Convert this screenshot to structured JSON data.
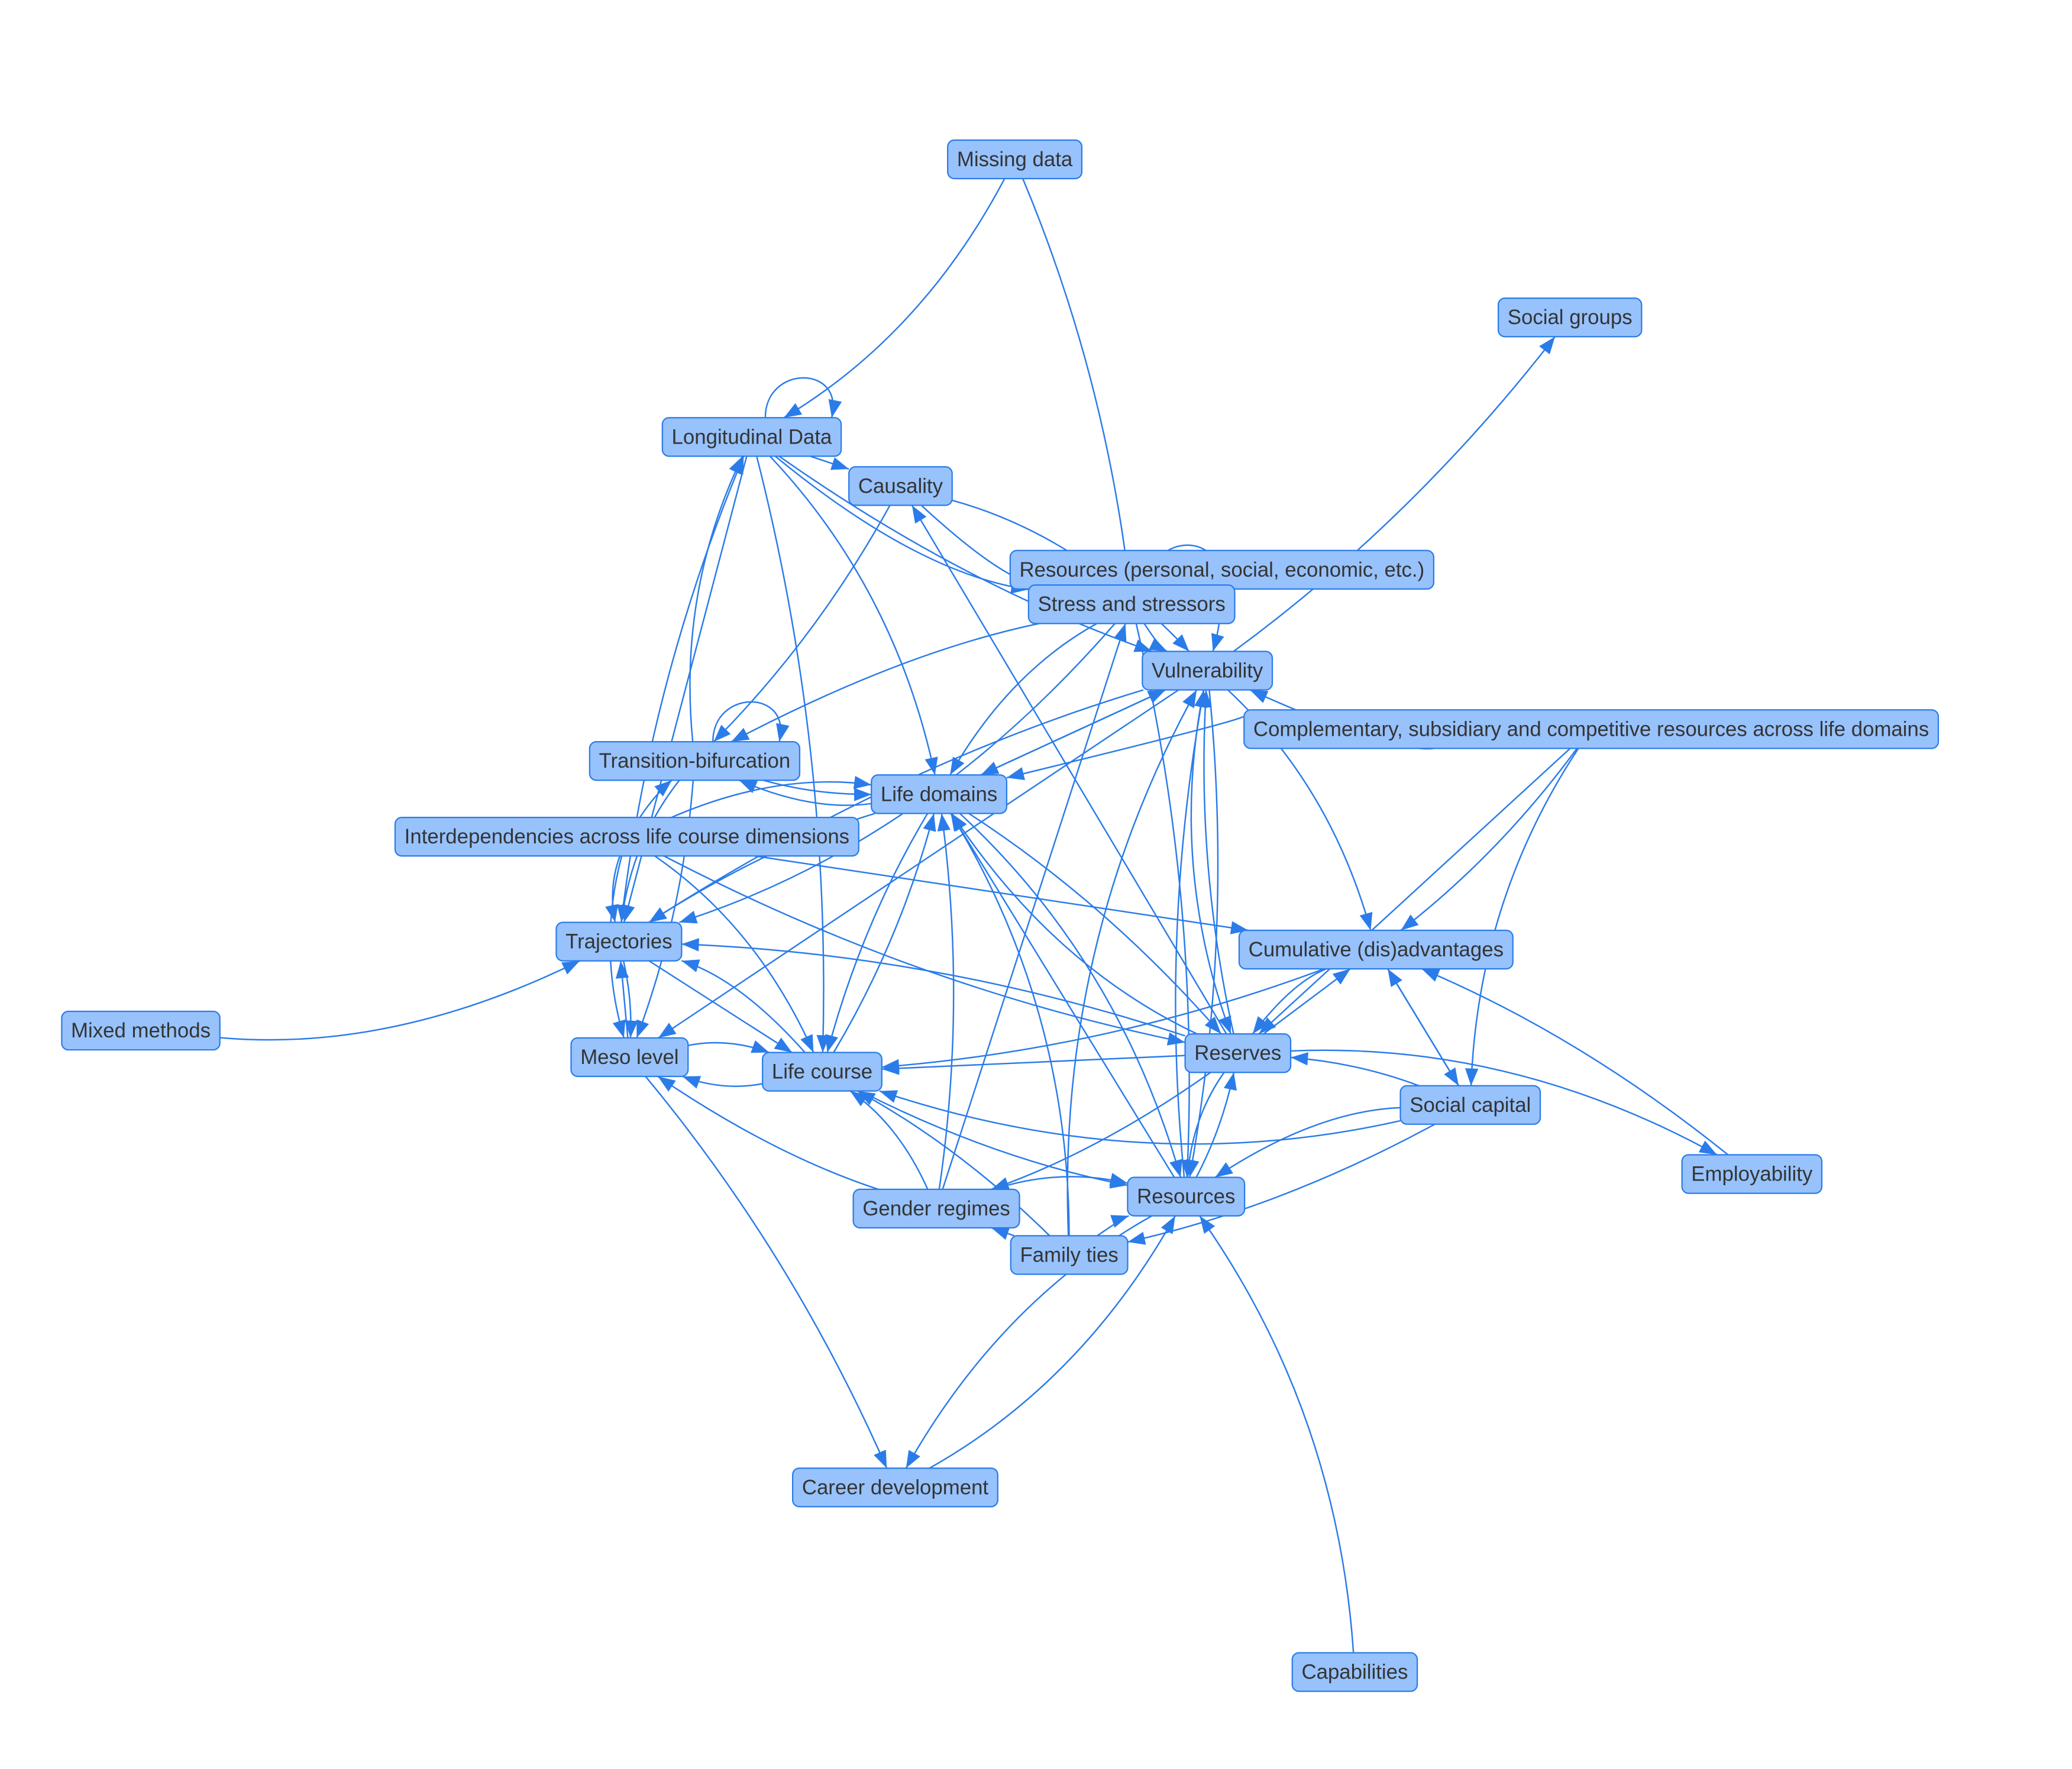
{
  "nodes": [
    {
      "id": "missing",
      "label": "Missing data"
    },
    {
      "id": "socgroups",
      "label": "Social groups"
    },
    {
      "id": "longdata",
      "label": "Longitudinal Data"
    },
    {
      "id": "causality",
      "label": "Causality"
    },
    {
      "id": "resp",
      "label": "Resources (personal, social, economic, etc.)"
    },
    {
      "id": "stress",
      "label": "Stress and stressors"
    },
    {
      "id": "vuln",
      "label": "Vulnerability"
    },
    {
      "id": "compl",
      "label": "Complementary, subsidiary and competitive resources across life domains"
    },
    {
      "id": "trans",
      "label": "Transition-bifurcation"
    },
    {
      "id": "lifedom",
      "label": "Life domains"
    },
    {
      "id": "interdep",
      "label": "Interdependencies across life course dimensions"
    },
    {
      "id": "traj",
      "label": "Trajectories"
    },
    {
      "id": "cumul",
      "label": "Cumulative (dis)advantages"
    },
    {
      "id": "mixed",
      "label": "Mixed methods"
    },
    {
      "id": "meso",
      "label": "Meso level"
    },
    {
      "id": "lifecourse",
      "label": "Life course"
    },
    {
      "id": "reserves",
      "label": "Reserves"
    },
    {
      "id": "soccap",
      "label": "Social capital"
    },
    {
      "id": "employ",
      "label": "Employability"
    },
    {
      "id": "gender",
      "label": "Gender regimes"
    },
    {
      "id": "resources",
      "label": "Resources"
    },
    {
      "id": "family",
      "label": "Family ties"
    },
    {
      "id": "career",
      "label": "Career development"
    },
    {
      "id": "capab",
      "label": "Capabilities"
    }
  ],
  "edges": [
    [
      "missing",
      "longdata"
    ],
    [
      "missing",
      "stress"
    ],
    [
      "longdata",
      "causality"
    ],
    [
      "longdata",
      "longdata"
    ],
    [
      "longdata",
      "stress"
    ],
    [
      "longdata",
      "lifedom"
    ],
    [
      "longdata",
      "lifecourse"
    ],
    [
      "longdata",
      "traj"
    ],
    [
      "longdata",
      "vuln"
    ],
    [
      "causality",
      "stress"
    ],
    [
      "causality",
      "vuln"
    ],
    [
      "causality",
      "trans"
    ],
    [
      "reserves",
      "causality"
    ],
    [
      "vuln",
      "socgroups"
    ],
    [
      "stress",
      "vuln"
    ],
    [
      "stress",
      "stress"
    ],
    [
      "resp",
      "vuln"
    ],
    [
      "resp",
      "stress"
    ],
    [
      "stress",
      "trans"
    ],
    [
      "stress",
      "lifedom"
    ],
    [
      "stress",
      "traj"
    ],
    [
      "stress",
      "resources"
    ],
    [
      "vuln",
      "lifedom"
    ],
    [
      "vuln",
      "traj"
    ],
    [
      "vuln",
      "reserves"
    ],
    [
      "vuln",
      "cumul"
    ],
    [
      "vuln",
      "resources"
    ],
    [
      "vuln",
      "meso"
    ],
    [
      "compl",
      "lifedom"
    ],
    [
      "compl",
      "soccap"
    ],
    [
      "compl",
      "vuln"
    ],
    [
      "compl",
      "cumul"
    ],
    [
      "compl",
      "reserves"
    ],
    [
      "trans",
      "lifedom"
    ],
    [
      "trans",
      "traj"
    ],
    [
      "trans",
      "longdata"
    ],
    [
      "trans",
      "meso"
    ],
    [
      "trans",
      "trans"
    ],
    [
      "lifedom",
      "traj"
    ],
    [
      "lifedom",
      "trans"
    ],
    [
      "lifedom",
      "resources"
    ],
    [
      "lifedom",
      "reserves"
    ],
    [
      "lifedom",
      "vuln"
    ],
    [
      "lifedom",
      "lifecourse"
    ],
    [
      "interdep",
      "traj"
    ],
    [
      "interdep",
      "lifedom"
    ],
    [
      "interdep",
      "trans"
    ],
    [
      "interdep",
      "cumul"
    ],
    [
      "interdep",
      "reserves"
    ],
    [
      "interdep",
      "meso"
    ],
    [
      "interdep",
      "lifecourse"
    ],
    [
      "traj",
      "meso"
    ],
    [
      "traj",
      "lifecourse"
    ],
    [
      "traj",
      "longdata"
    ],
    [
      "mixed",
      "traj"
    ],
    [
      "meso",
      "lifecourse"
    ],
    [
      "meso",
      "career"
    ],
    [
      "meso",
      "traj"
    ],
    [
      "lifecourse",
      "resources"
    ],
    [
      "lifecourse",
      "meso"
    ],
    [
      "lifecourse",
      "traj"
    ],
    [
      "lifecourse",
      "lifedom"
    ],
    [
      "reserves",
      "lifecourse"
    ],
    [
      "reserves",
      "traj"
    ],
    [
      "reserves",
      "resources"
    ],
    [
      "reserves",
      "employ"
    ],
    [
      "reserves",
      "gender"
    ],
    [
      "reserves",
      "cumul"
    ],
    [
      "reserves",
      "vuln"
    ],
    [
      "reserves",
      "lifedom"
    ],
    [
      "cumul",
      "reserves"
    ],
    [
      "cumul",
      "lifecourse"
    ],
    [
      "cumul",
      "soccap"
    ],
    [
      "soccap",
      "reserves"
    ],
    [
      "soccap",
      "resources"
    ],
    [
      "soccap",
      "lifecourse"
    ],
    [
      "soccap",
      "family"
    ],
    [
      "soccap",
      "cumul"
    ],
    [
      "employ",
      "cumul"
    ],
    [
      "gender",
      "lifecourse"
    ],
    [
      "gender",
      "resources"
    ],
    [
      "gender",
      "meso"
    ],
    [
      "gender",
      "stress"
    ],
    [
      "gender",
      "lifedom"
    ],
    [
      "family",
      "lifedom"
    ],
    [
      "family",
      "vuln"
    ],
    [
      "family",
      "resources"
    ],
    [
      "family",
      "gender"
    ],
    [
      "family",
      "lifecourse"
    ],
    [
      "resources",
      "career"
    ],
    [
      "career",
      "resources"
    ],
    [
      "resources",
      "reserves"
    ],
    [
      "resources",
      "lifedom"
    ],
    [
      "resources",
      "vuln"
    ],
    [
      "capab",
      "resources"
    ]
  ],
  "colors": {
    "node_fill": "#97c2fc",
    "node_border": "#2b7ce9",
    "edge": "#2b7ce9",
    "text": "#343434"
  }
}
